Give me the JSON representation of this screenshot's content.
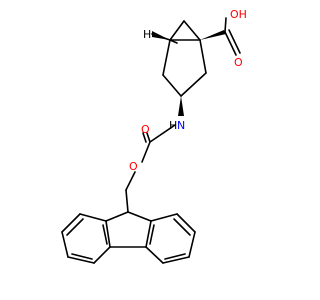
{
  "molecule": {
    "atom_labels": {
      "carboxyl_oh": "OH",
      "carboxyl_o": "O",
      "carbamate_n": "N",
      "carbamate_h": "H",
      "carbamate_co": "O",
      "carbamate_oe": "O",
      "stereo_h": "H"
    }
  },
  "colors": {
    "bond": "#000000",
    "oxygen": "#FF0000",
    "nitrogen": "#0000FF",
    "hydrogen": "#000000"
  }
}
